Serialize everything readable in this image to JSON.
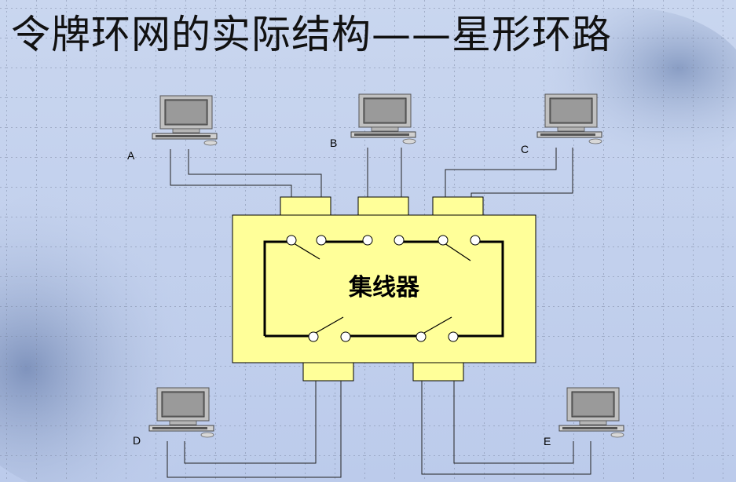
{
  "title": "令牌环网的实际结构——星形环路",
  "hub_label": "集线器",
  "nodes": {
    "a": "A",
    "b": "B",
    "c": "C",
    "d": "D",
    "e": "E"
  },
  "colors": {
    "background": "#c7d4ee",
    "hub_fill": "#ffff99",
    "line": "#000000",
    "grid": "#7a86a0"
  }
}
